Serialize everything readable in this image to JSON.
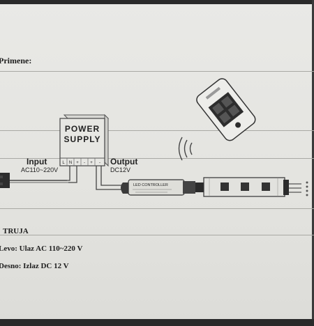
{
  "header": {
    "title": "Primene:"
  },
  "diagram": {
    "power_supply": {
      "line1": "POWER",
      "line2": "SUPPLY"
    },
    "input": {
      "label": "Input",
      "voltage": "AC110~220V"
    },
    "output": {
      "label": "Output",
      "voltage": "DC12V"
    },
    "terminals": [
      "L",
      "N",
      "+",
      "-",
      "+",
      "-"
    ],
    "controller": {
      "label": "LED CONTROLLER"
    }
  },
  "notes": {
    "heading": "TRUJA",
    "left": "Levo: Ulaz AC 110~220 V",
    "right": "Desno: Izlaz DC 12 V"
  }
}
